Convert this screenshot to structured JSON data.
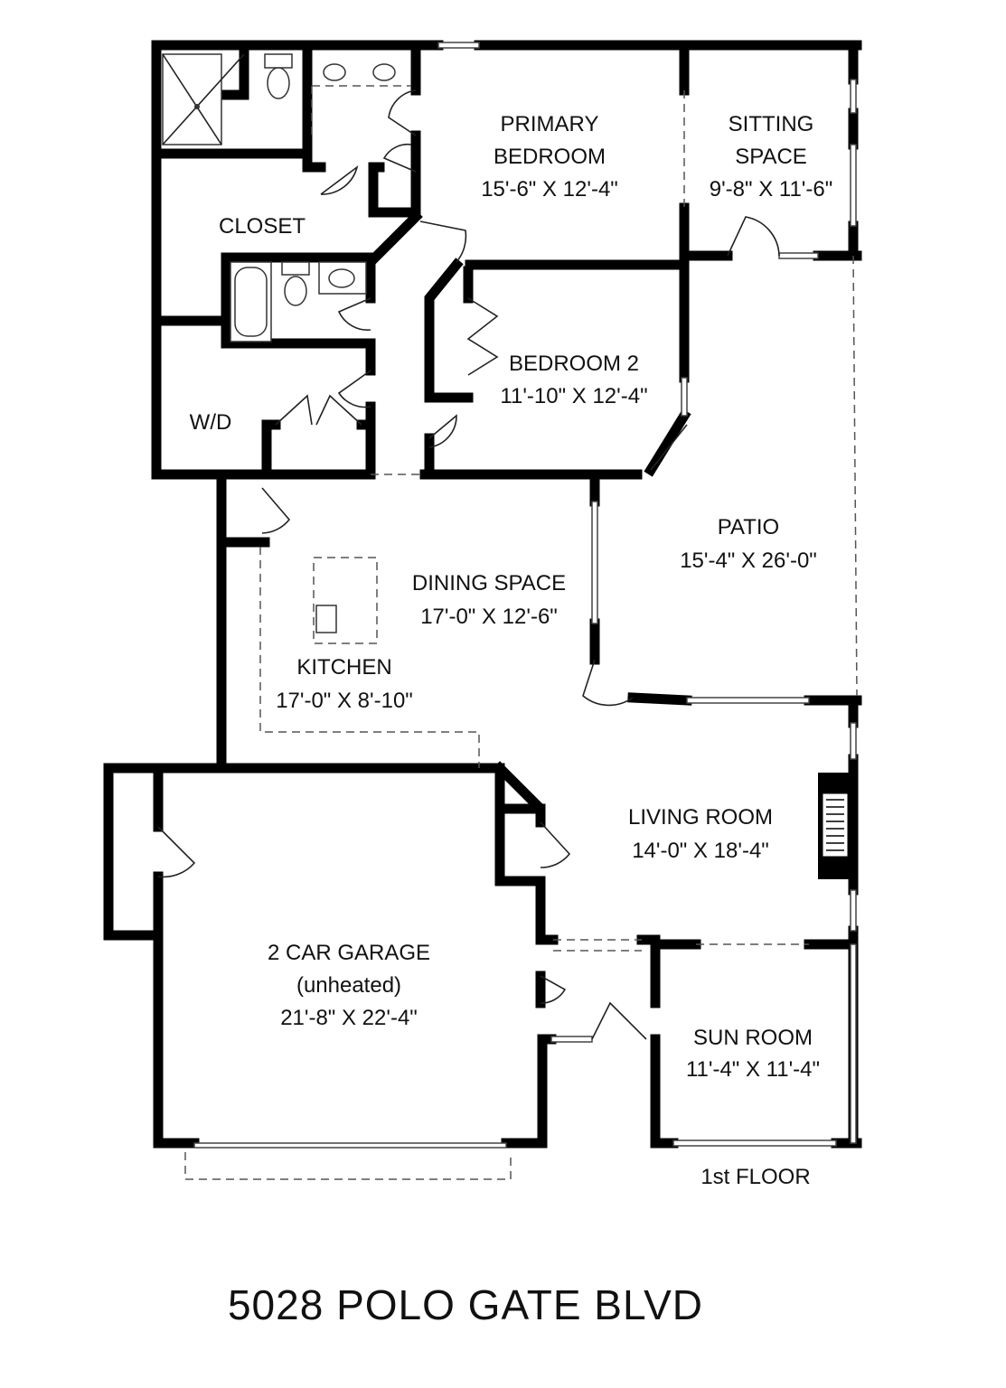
{
  "rooms": {
    "primary_bedroom": {
      "name_line1": "PRIMARY",
      "name_line2": "BEDROOM",
      "size": "15'-6\" X 12'-4\""
    },
    "sitting_space": {
      "name_line1": "SITTING",
      "name_line2": "SPACE",
      "size": "9'-8\" X 11'-6\""
    },
    "closet": {
      "name": "CLOSET"
    },
    "bedroom_2": {
      "name": "BEDROOM 2",
      "size": "11'-10\" X 12'-4\""
    },
    "wd": {
      "name": "W/D"
    },
    "patio": {
      "name": "PATIO",
      "size": "15'-4\" X 26'-0\""
    },
    "dining_space": {
      "name": "DINING SPACE",
      "size": "17'-0\" X 12'-6\""
    },
    "kitchen": {
      "name": "KITCHEN",
      "size": "17'-0\" X 8'-10\""
    },
    "living_room": {
      "name": "LIVING ROOM",
      "size": "14'-0\" X 18'-4\""
    },
    "garage": {
      "name_line1": "2 CAR GARAGE",
      "name_line2": "(unheated)",
      "size": "21'-8\" X 22'-4\""
    },
    "sun_room": {
      "name": "SUN ROOM",
      "size": "11'-4\" X 11'-4\""
    }
  },
  "floor_label": "1st FLOOR",
  "address": "5028 POLO GATE BLVD"
}
